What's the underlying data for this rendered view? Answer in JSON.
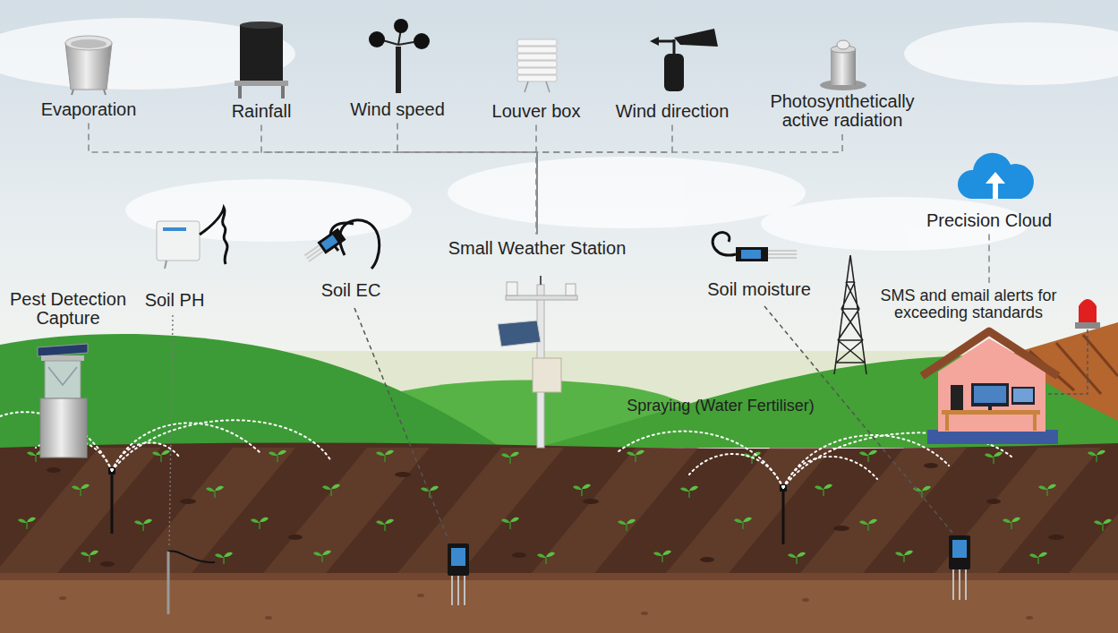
{
  "diagram": {
    "nodes": [
      {
        "text": [
          "Evaporation"
        ]
      },
      {
        "text": [
          "Rainfall"
        ]
      },
      {
        "text": [
          "Wind speed"
        ]
      },
      {
        "text": [
          "Louver box"
        ]
      },
      {
        "text": [
          "Wind direction"
        ]
      },
      {
        "text": [
          "Photosynthetically active radiation"
        ]
      },
      {
        "text": [
          "Precision Cloud"
        ]
      },
      {
        "text": [
          "Small Weather Station"
        ]
      },
      {
        "text": [
          "Pest Detection Capture"
        ]
      },
      {
        "text": [
          "Soil PH"
        ]
      },
      {
        "text": [
          "Soil EC"
        ]
      },
      {
        "text": [
          "Soil moisture"
        ]
      },
      {
        "text": [
          "SMS and email alerts for exceeding standards"
        ]
      }
    ],
    "edges": [
      {
        "from": 0,
        "to": 7,
        "arrow": "none"
      },
      {
        "from": 1,
        "to": 7,
        "arrow": "none"
      },
      {
        "from": 2,
        "to": 7,
        "arrow": "none"
      },
      {
        "from": 3,
        "to": 7,
        "arrow": "none"
      },
      {
        "from": 4,
        "to": 7,
        "arrow": "none"
      },
      {
        "from": 5,
        "to": 7,
        "arrow": "none"
      },
      {
        "from": 6,
        "to": 12,
        "arrow": "none"
      }
    ],
    "labels": [
      "Spraying (Water Fertiliser)"
    ]
  }
}
